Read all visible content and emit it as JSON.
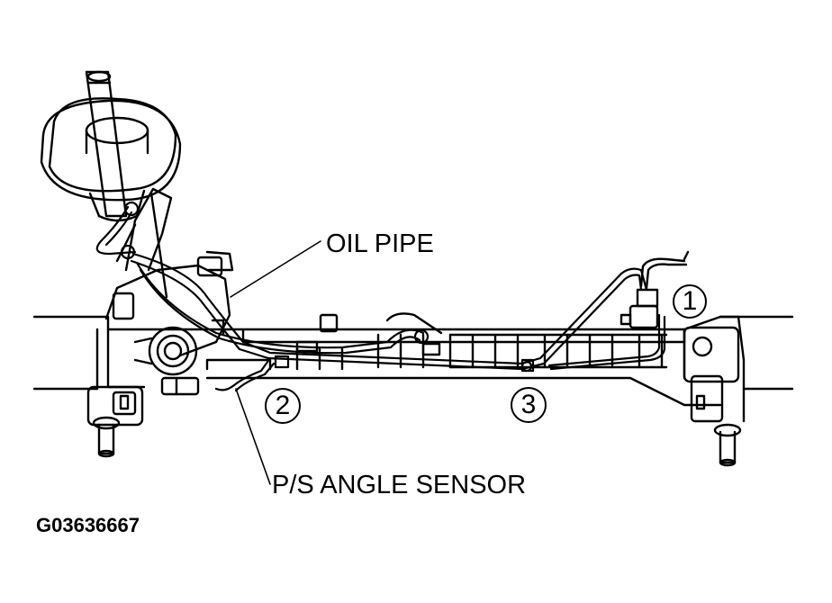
{
  "labels": {
    "oil_pipe": "OIL PIPE",
    "angle_sensor": "P/S ANGLE SENSOR",
    "figure_id": "G03636667"
  },
  "callouts": [
    "1",
    "2",
    "3"
  ],
  "colors": {
    "line": "#000000",
    "background": "#ffffff"
  }
}
